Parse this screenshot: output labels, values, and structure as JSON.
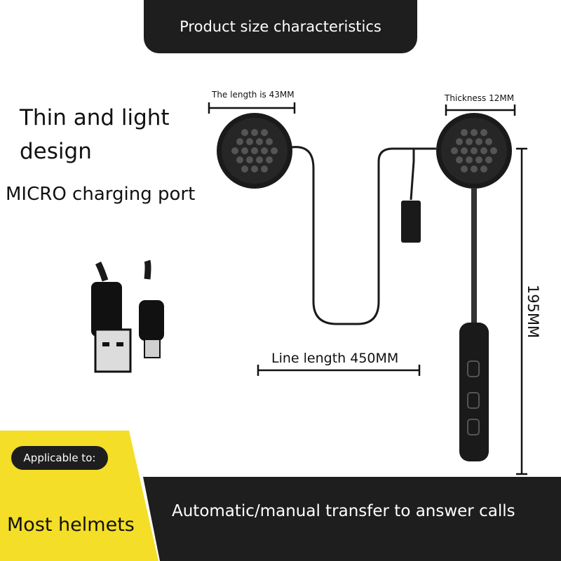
{
  "header": {
    "title": "Product size characteristics"
  },
  "features": {
    "design": "Thin and light design",
    "port": "MICRO charging port"
  },
  "dimensions": {
    "length": "The length is 43MM",
    "thickness": "Thickness 12MM",
    "line_length": "Line length 450MM",
    "height": "195MM"
  },
  "footer": {
    "applicable_label": "Applicable to:",
    "applicable_value": "Most helmets",
    "feature": "Automatic/manual transfer to answer calls"
  },
  "colors": {
    "dark": "#1e1e1e",
    "yellow": "#f4de27",
    "white": "#ffffff"
  }
}
